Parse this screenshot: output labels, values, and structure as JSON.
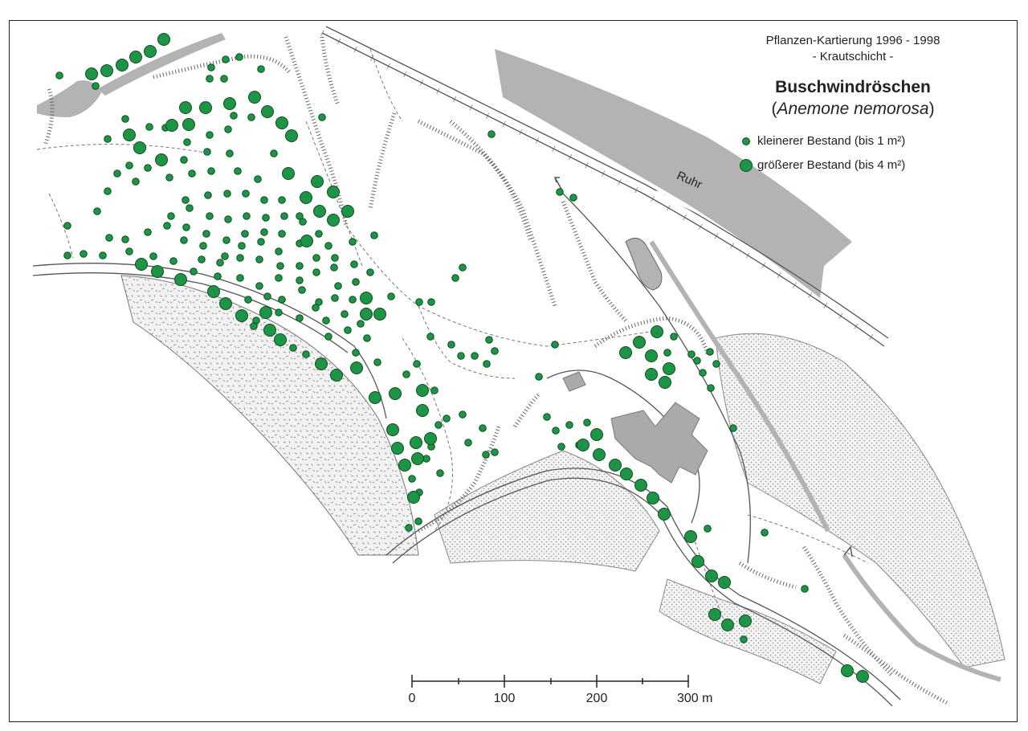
{
  "legend": {
    "title_line1": "Pflanzen-Kartierung 1996 - 1998",
    "title_line2": "- Krautschicht -",
    "species_common": "Buschwindröschen",
    "species_latin": "Anemone nemorosa",
    "paren_open": "(",
    "paren_close": ")",
    "small_label": "kleinerer Bestand (bis 1 m²)",
    "large_label": "größerer Bestand (bis 4 m²)"
  },
  "river_label": "Ruhr",
  "scale_bar": {
    "ticks": [
      "0",
      "100",
      "200",
      "300 m"
    ]
  },
  "colors": {
    "dot_fill": "#1e9446",
    "dot_stroke": "#0d4d22",
    "water": "#b3b3b3",
    "buildings": "#aaaaaa",
    "lines": "#555555"
  },
  "icons": [
    "small-dot-icon",
    "large-dot-icon",
    "flow-arrow-icon"
  ]
}
